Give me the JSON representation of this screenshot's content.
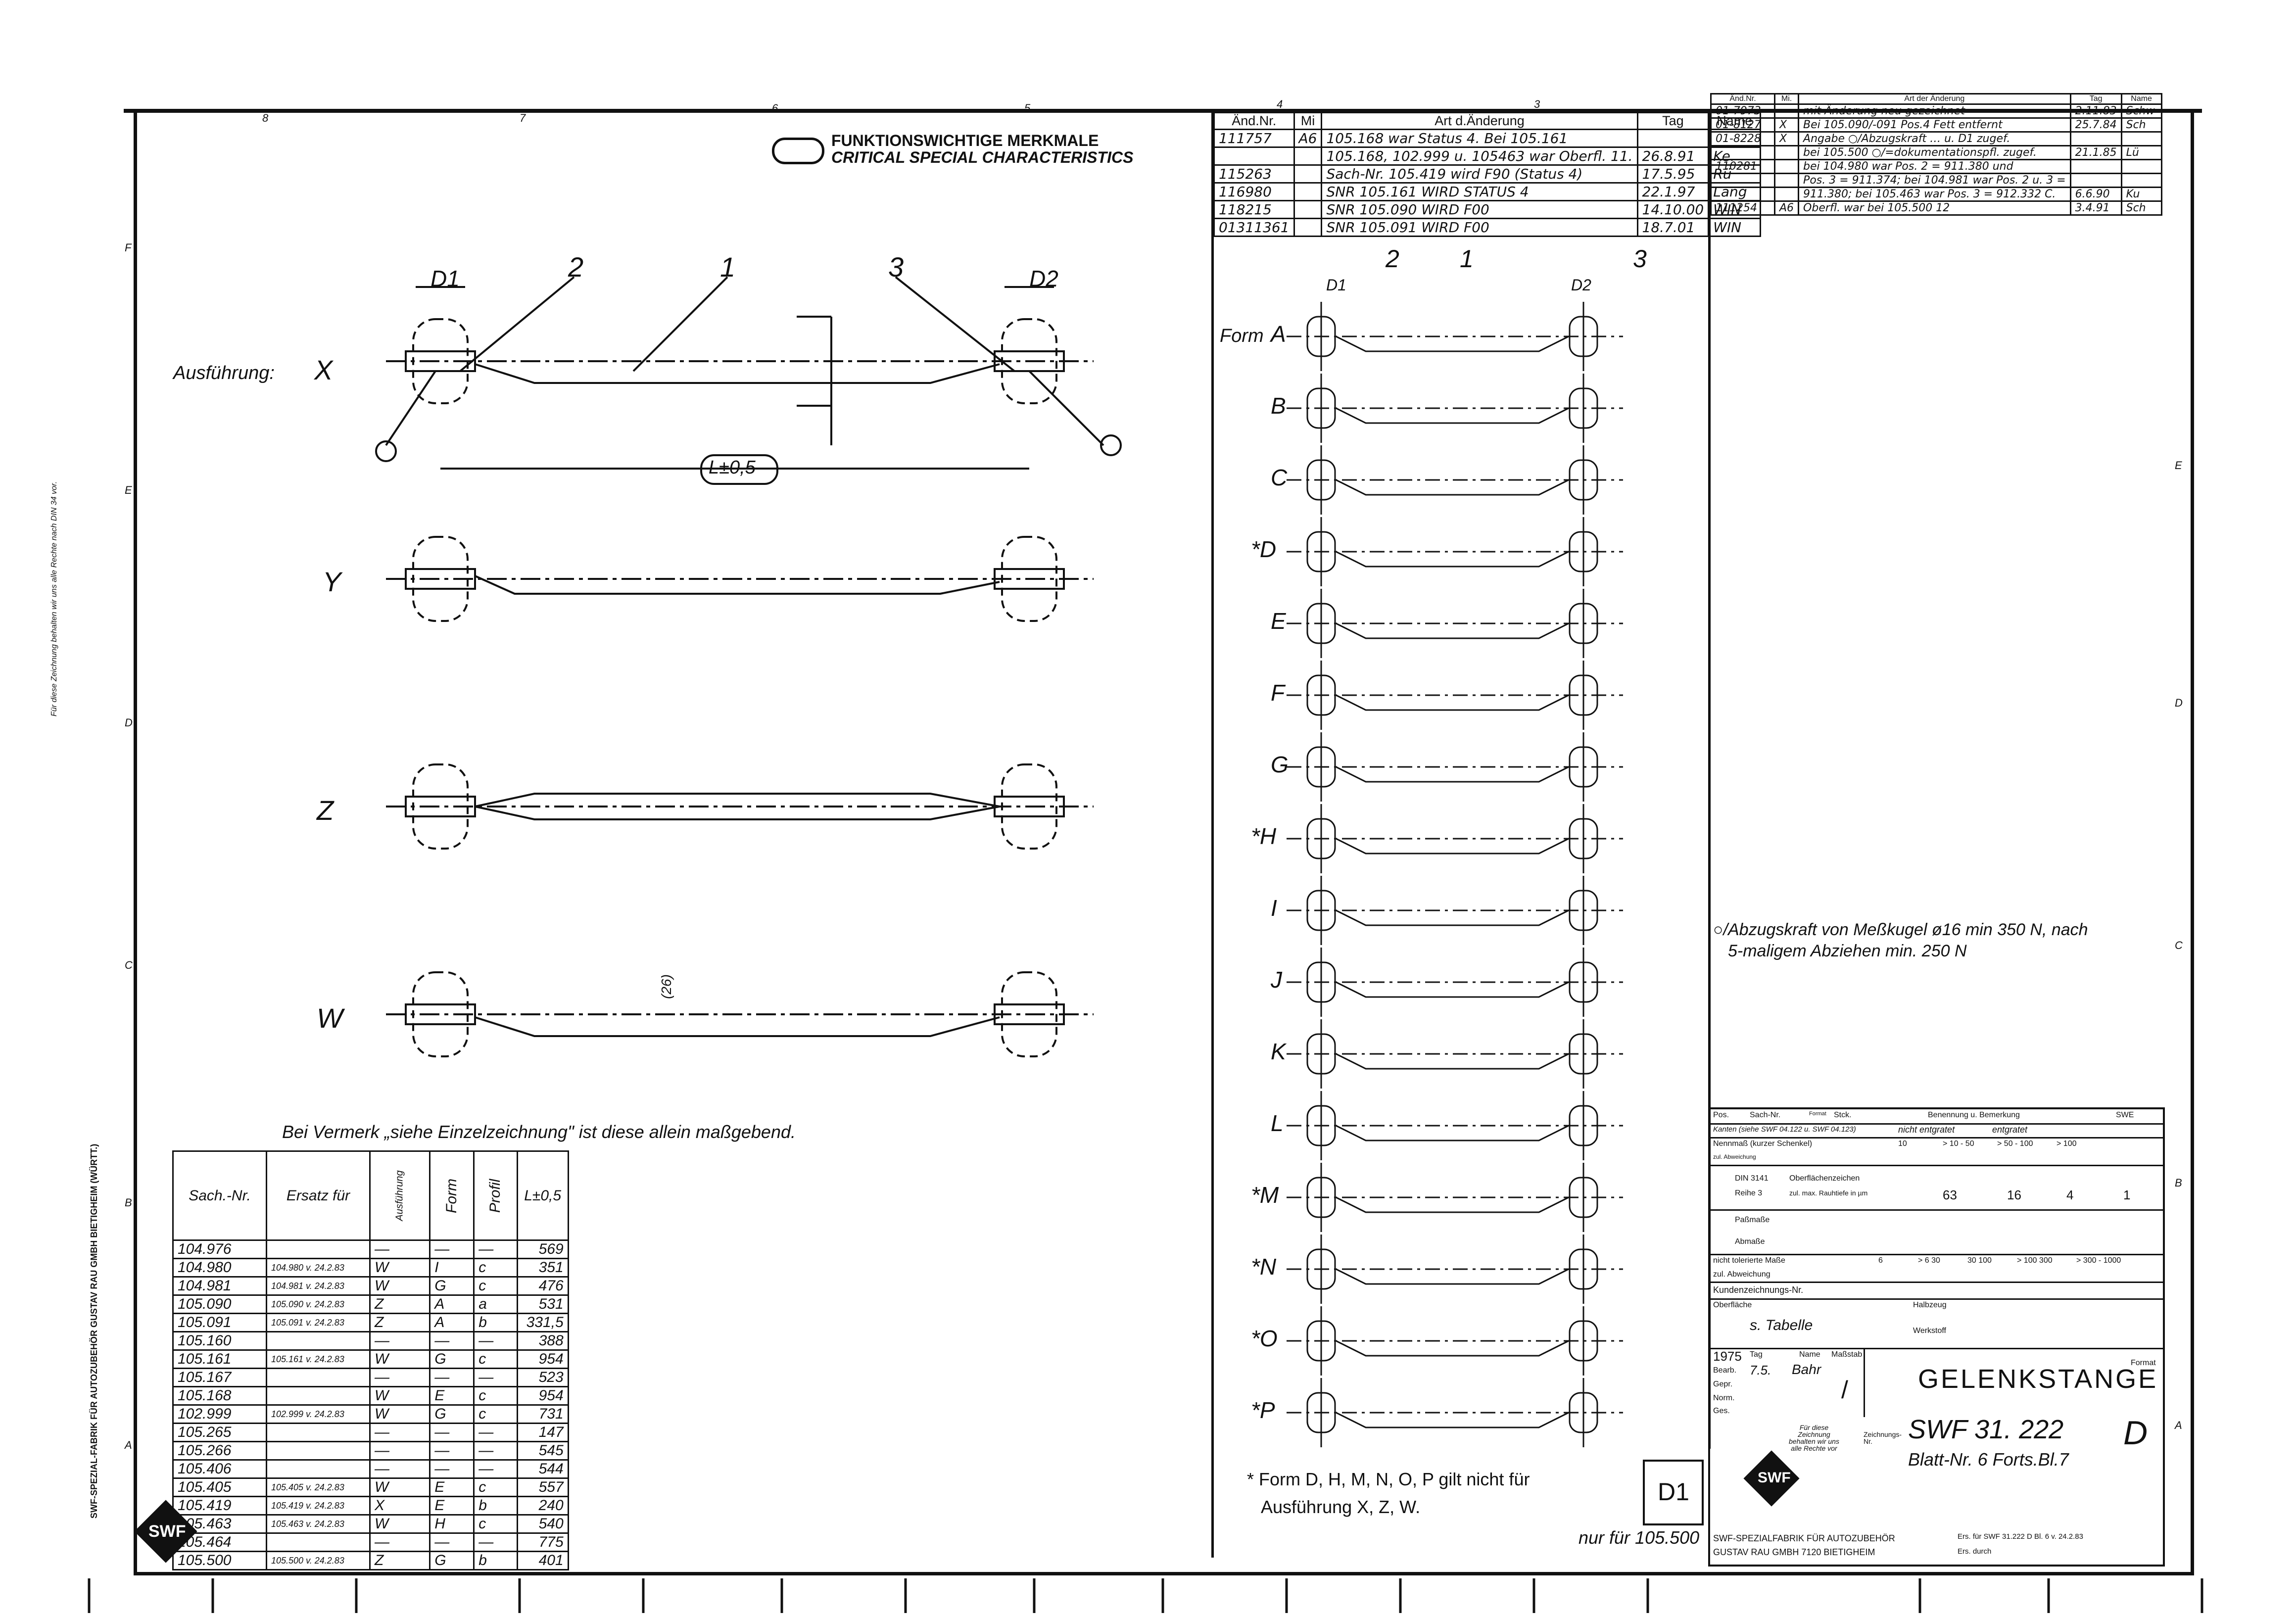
{
  "critical": {
    "line1": "FUNKTIONSWICHTIGE MERKMALE",
    "line2": "CRITICAL SPECIAL CHARACTERISTICS"
  },
  "zones_top": [
    "8",
    "7",
    "6",
    "5",
    "4",
    "3"
  ],
  "zones_left": [
    "F",
    "E",
    "D",
    "C",
    "B",
    "A"
  ],
  "zones_right": [
    "E",
    "D",
    "C",
    "B",
    "A"
  ],
  "left_view": {
    "ausfuehrung_label": "Ausführung:",
    "variants": [
      "X",
      "Y",
      "Z",
      "W"
    ],
    "d1": "D1",
    "d2": "D2",
    "pos": [
      "2",
      "1",
      "3"
    ],
    "length_label": "L±0,5",
    "dim_26": "(26)"
  },
  "forms": {
    "form_label": "Form",
    "letters": [
      "A",
      "B",
      "C",
      "D",
      "E",
      "F",
      "G",
      "H",
      "I",
      "J",
      "K",
      "L",
      "M",
      "N",
      "O",
      "P"
    ],
    "starred": [
      "D",
      "H",
      "M",
      "N",
      "O",
      "P"
    ],
    "d1": "D1",
    "d2": "D2",
    "pos": [
      "2",
      "1",
      "3"
    ]
  },
  "einzel_note": "Bei Vermerk „siehe Einzelzeichnung\"  ist diese allein maßgebend.",
  "form_note_line1": "* Form D, H, M, N, O, P gilt nicht  für",
  "form_note_line2": "Ausführung X, Z, W.",
  "side_text_left": "Für diese Zeichnung behalten wir uns alle Rechte nach DIN 34 vor.",
  "side_company": "SWF-SPEZIAL-FABRIK FÜR AUTOZUBEHÖR GUSTAV RAU GMBH BIETIGHEIM (WÜRTT.)",
  "parts_table": {
    "headers": [
      "Sach.-Nr.",
      "Ersatz für",
      "Ausführung",
      "Form",
      "Profil",
      "L±0,5"
    ],
    "rows": [
      [
        "104.976",
        "",
        "—",
        "—",
        "—",
        "569"
      ],
      [
        "104.980",
        "104.980 v. 24.2.83",
        "W",
        "I",
        "c",
        "351"
      ],
      [
        "104.981",
        "104.981 v. 24.2.83",
        "W",
        "G",
        "c",
        "476"
      ],
      [
        "105.090",
        "105.090 v. 24.2.83",
        "Z",
        "A",
        "a",
        "531"
      ],
      [
        "105.091",
        "105.091 v. 24.2.83",
        "Z",
        "A",
        "b",
        "331,5"
      ],
      [
        "105.160",
        "",
        "—",
        "—",
        "—",
        "388"
      ],
      [
        "105.161",
        "105.161 v. 24.2.83",
        "W",
        "G",
        "c",
        "954"
      ],
      [
        "105.167",
        "",
        "—",
        "—",
        "—",
        "523"
      ],
      [
        "105.168",
        "",
        "W",
        "E",
        "c",
        "954"
      ],
      [
        "102.999",
        "102.999 v. 24.2.83",
        "W",
        "G",
        "c",
        "731"
      ],
      [
        "105.265",
        "",
        "—",
        "—",
        "—",
        "147"
      ],
      [
        "105.266",
        "",
        "—",
        "—",
        "—",
        "545"
      ],
      [
        "105.406",
        "",
        "—",
        "—",
        "—",
        "544"
      ],
      [
        "105.405",
        "105.405 v. 24.2.83",
        "W",
        "E",
        "c",
        "557"
      ],
      [
        "105.419",
        "105.419 v. 24.2.83",
        "X",
        "E",
        "b",
        "240"
      ],
      [
        "105.463",
        "105.463 v. 24.2.83",
        "W",
        "H",
        "c",
        "540"
      ],
      [
        "105.464",
        "",
        "—",
        "—",
        "—",
        "775"
      ],
      [
        "105.500",
        "105.500 v. 24.2.83",
        "Z",
        "G",
        "b",
        "401"
      ]
    ]
  },
  "changes_mid": {
    "headers": [
      "Änd.Nr.",
      "Mi",
      "Art d.Änderung",
      "Tag",
      "Name"
    ],
    "rows": [
      [
        "111757",
        "A6",
        "105.168 war Status 4. Bei 105.161",
        "",
        ""
      ],
      [
        "",
        "",
        "105.168, 102.999 u. 105463 war Oberfl. 11.",
        "26.8.91",
        "Ke."
      ],
      [
        "115263",
        "",
        "Sach-Nr. 105.419 wird F90 (Status 4)",
        "17.5.95",
        "Rü"
      ],
      [
        "116980",
        "",
        "SNR 105.161 WIRD STATUS 4",
        "22.1.97",
        "Lang"
      ],
      [
        "118215",
        "",
        "SNR 105.090 WIRD F00",
        "14.10.00",
        "WIN"
      ],
      [
        "01311361",
        "",
        "SNR 105.091 WIRD F00",
        "18.7.01",
        "WIN"
      ]
    ]
  },
  "changes_right": {
    "headers": [
      "Änd.Nr.",
      "Mi.",
      "Art der Änderung",
      "Tag",
      "Name"
    ],
    "rows": [
      [
        "01-7973",
        "",
        "mit Änderung neu gezeichnet",
        "2.11.83",
        "Schw"
      ],
      [
        "01-8127",
        "X",
        "Bei 105.090/-091 Pos.4 Fett entfernt",
        "25.7.84",
        "Sch"
      ],
      [
        "01-8228",
        "X",
        "Angabe ○/Abzugskraft … u. D1 zugef.",
        "",
        ""
      ],
      [
        "",
        "",
        "bei 105.500 ○/=dokumentationspfl. zugef.",
        "21.1.85",
        "Lü"
      ],
      [
        "110281",
        "",
        "bei 104.980 war Pos. 2 = 911.380 und",
        "",
        ""
      ],
      [
        "",
        "",
        "Pos. 3 = 911.374; bei 104.981 war Pos. 2 u. 3 =",
        "",
        ""
      ],
      [
        "",
        "",
        "911.380; bei 105.463 war Pos. 3 = 912.332 C.",
        "6.6.90",
        "Ku"
      ],
      [
        "111254",
        "A6",
        "Oberfl. war bei 105.500  12",
        "3.4.91",
        "Sch"
      ]
    ]
  },
  "abzug_note_line1": "○/Abzugskraft von Meßkugel ø16 min 350 N, nach",
  "abzug_note_line2": "5-maligem Abziehen min. 250 N",
  "title_block": {
    "pos": "Pos.",
    "sachnr": "Sach-Nr.",
    "format": "Format",
    "stck": "Stck.",
    "benennung": "Benennung u. Bemerkung",
    "swe": "SWE",
    "kanten": "Kanten (siehe SWF 04.122 u. SWF 04.123)",
    "nicht_entgratet": "nicht entgratet",
    "entgratet": "entgratet",
    "nennmass": "Nennmaß (kurzer Schenkel)",
    "nm_vals": [
      "10",
      "> 10 - 50",
      "> 50 - 100",
      "> 100"
    ],
    "zul_abw": "zul. Abweichung",
    "din": "DIN 3141",
    "reihe": "Reihe 3",
    "oberflaechenzeichen": "Oberflächenzeichen",
    "rauhtiefe": "zul. max. Rauhtiefe in µm",
    "rauh_vals": [
      "63",
      "16",
      "4",
      "1"
    ],
    "passmasse": "Paßmaße",
    "abmasse": "Abmaße",
    "nicht_tol": "nicht tolerierte Maße",
    "tol_vals": [
      "6",
      "> 6 30",
      "30 100",
      "> 100 300",
      "> 300 - 1000"
    ],
    "zul_abw2": "zul. Abweichung",
    "kundenzeichnung": "Kundenzeichnungs-Nr.",
    "oberflaeche": "Oberfläche",
    "s_tabelle": "s. Tabelle",
    "halbzeug": "Halbzeug",
    "werkstoff": "Werkstoff",
    "year": "1975",
    "tag": "Tag",
    "name": "Name",
    "massstab": "Maßstab",
    "bearb": "Bearb.",
    "gepr": "Gepr.",
    "norm": "Norm.",
    "ges": "Ges.",
    "bearb_date": "7.5.",
    "bearb_name": "Bahr",
    "scale": "/",
    "title": "GELENKSTANGE",
    "format_val": "D",
    "drawing_no": "SWF  31. 222",
    "blatt": "Blatt-Nr.  6 Forts.Bl.7",
    "rights": "Für diese Zeichnung behalten wir uns alle Rechte vor",
    "zeichnungs_nr": "Zeichnungs-Nr.",
    "d1_box": "D1",
    "nur_fuer": "nur für 105.500",
    "company1": "SWF-SPEZIALFABRIK FÜR AUTOZUBEHÖR",
    "company2": "GUSTAV RAU GMBH  7120 BIETIGHEIM",
    "ers": "Ers. für SWF 31.222 D Bl. 6 v. 24.2.83",
    "ers2": "Ers. durch",
    "logo": "SWF"
  }
}
